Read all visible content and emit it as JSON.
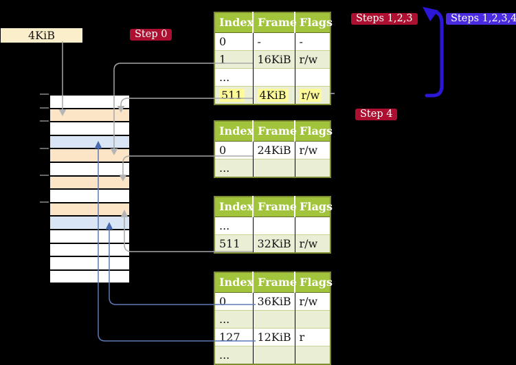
{
  "labels": {
    "frame_size": "4KiB",
    "step0": "Step 0",
    "steps123": "Steps 1,2,3",
    "steps1234": "Steps 1,2,3,4",
    "step4": "Step 4"
  },
  "colors": {
    "background": "#000000",
    "badge_red": "#ac0f2f",
    "badge_blue": "#4b2be0",
    "big_arrow_blue": "#2c17d8",
    "table_header_green": "#a2c33c",
    "table_border_olive": "#7d8b31",
    "table_shaded_row": "#e9eed5",
    "highlight_yellow": "#fdfa97",
    "frame_label_wheat": "#fbeecb",
    "memory_used_orange": "#fce4c7",
    "memory_mapped_blue": "#d9e5f4",
    "connector_gray": "#a8a8a8",
    "connector_blue": "#5b7ab8"
  },
  "memory_column": {
    "rows": [
      "white",
      "orange",
      "white",
      "blue",
      "orange",
      "white",
      "orange",
      "white",
      "orange",
      "blue",
      "white",
      "white",
      "white",
      "white"
    ]
  },
  "tables": [
    {
      "headers": [
        "Index",
        "Frame",
        "Flags"
      ],
      "rows": [
        {
          "cells": [
            "0",
            "-",
            "-"
          ],
          "shade": false,
          "highlight": false
        },
        {
          "cells": [
            "1",
            "16KiB",
            "r/w"
          ],
          "shade": true,
          "highlight": false
        },
        {
          "cells": [
            "...",
            "",
            ""
          ],
          "shade": false,
          "highlight": false
        },
        {
          "cells": [
            "511",
            "4KiB",
            "r/w"
          ],
          "shade": true,
          "highlight": true
        }
      ]
    },
    {
      "headers": [
        "Index",
        "Frame",
        "Flags"
      ],
      "rows": [
        {
          "cells": [
            "0",
            "24KiB",
            "r/w"
          ],
          "shade": false,
          "highlight": false
        },
        {
          "cells": [
            "...",
            "",
            ""
          ],
          "shade": true,
          "highlight": false
        }
      ]
    },
    {
      "headers": [
        "Index",
        "Frame",
        "Flags"
      ],
      "rows": [
        {
          "cells": [
            "...",
            "",
            ""
          ],
          "shade": false,
          "highlight": false
        },
        {
          "cells": [
            "511",
            "32KiB",
            "r/w"
          ],
          "shade": true,
          "highlight": false
        }
      ]
    },
    {
      "headers": [
        "Index",
        "Frame",
        "Flags"
      ],
      "rows": [
        {
          "cells": [
            "0",
            "36KiB",
            "r/w"
          ],
          "shade": false,
          "highlight": false
        },
        {
          "cells": [
            "...",
            "",
            ""
          ],
          "shade": true,
          "highlight": false
        },
        {
          "cells": [
            "127",
            "12KiB",
            "r"
          ],
          "shade": false,
          "highlight": false
        },
        {
          "cells": [
            "...",
            "",
            ""
          ],
          "shade": true,
          "highlight": false
        }
      ]
    }
  ]
}
